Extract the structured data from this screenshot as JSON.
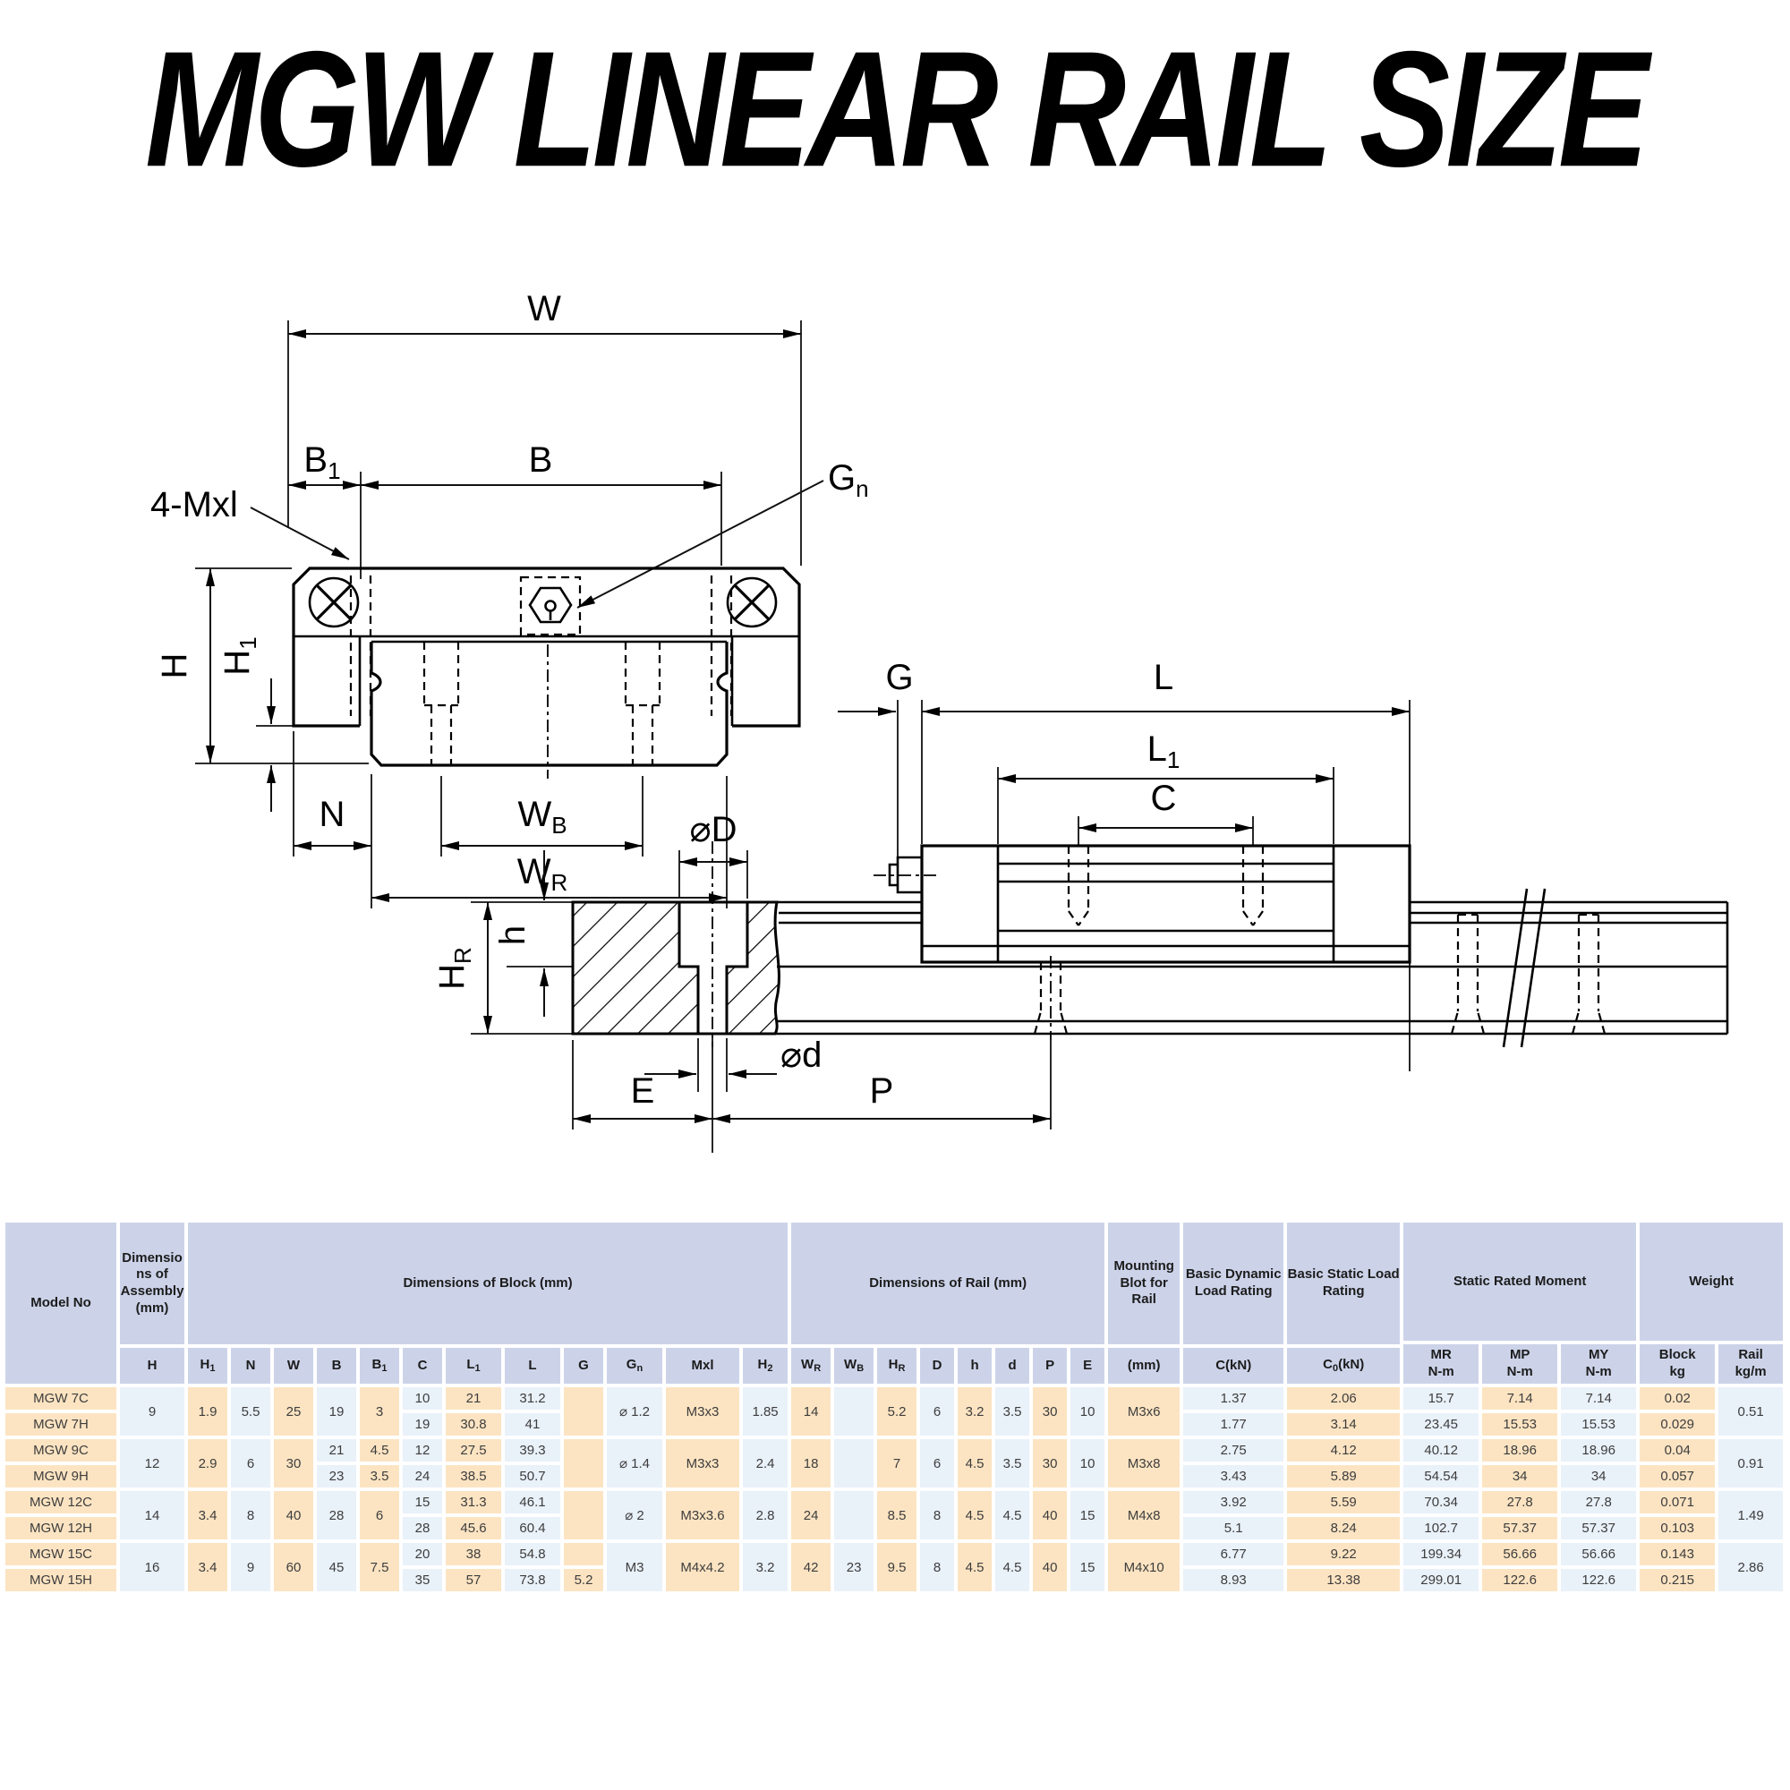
{
  "title": "MGW LINEAR RAIL SIZE",
  "fv": {
    "w": {
      "pre": "W"
    },
    "b": {
      "pre": "B"
    },
    "b1": {
      "pre": "B",
      "sub": "1"
    },
    "mxl": {
      "pre": "4-Mxl"
    },
    "gn": {
      "pre": "G",
      "sub": "n"
    },
    "h": {
      "pre": "H"
    },
    "h1": {
      "pre": "H",
      "sub": "1"
    },
    "n": {
      "pre": "N"
    },
    "wb": {
      "pre": "W",
      "sub": "B"
    },
    "wr": {
      "pre": "W",
      "sub": "R"
    }
  },
  "sv": {
    "g": {
      "pre": "G"
    },
    "l": {
      "pre": "L"
    },
    "l1": {
      "pre": "L",
      "sub": "1"
    },
    "c": {
      "pre": "C"
    },
    "dD": {
      "pre": "⌀D"
    },
    "hr": {
      "pre": "H",
      "sub": "R"
    },
    "h": {
      "pre": "h"
    },
    "dd": {
      "pre": "⌀d"
    },
    "e": {
      "pre": "E"
    },
    "p": {
      "pre": "P"
    }
  },
  "hdr": {
    "model": "Model No",
    "assembly": "Dimensions of Assembly (mm)",
    "block": "Dimensions of Block (mm)",
    "rail": "Dimensions of Rail (mm)",
    "mount": "Mounting Blot for Rail",
    "dyn": "Basic Dynamic Load Rating",
    "stat": "Basic Static Load Rating",
    "moment": "Static Rated Moment",
    "weight": "Weight",
    "mr": {
      "l1": "MR",
      "l2": "N-m"
    },
    "mp": {
      "l1": "MP",
      "l2": "N-m"
    },
    "my": {
      "l1": "MY",
      "l2": "N-m"
    },
    "blk": {
      "l1": "Block",
      "l2": "kg"
    },
    "railkg": {
      "l1": "Rail",
      "l2": "kg/m"
    },
    "sub": [
      {
        "pre": "H"
      },
      {
        "pre": "H",
        "sub": "1"
      },
      {
        "pre": "N"
      },
      {
        "pre": "W"
      },
      {
        "pre": "B"
      },
      {
        "pre": "B",
        "sub": "1"
      },
      {
        "pre": "C"
      },
      {
        "pre": "L",
        "sub": "1"
      },
      {
        "pre": "L"
      },
      {
        "pre": "G"
      },
      {
        "pre": "G",
        "sub": "n"
      },
      {
        "pre": "Mxl"
      },
      {
        "pre": "H",
        "sub": "2"
      },
      {
        "pre": "W",
        "sub": "R"
      },
      {
        "pre": "W",
        "sub": "B"
      },
      {
        "pre": "H",
        "sub": "R"
      },
      {
        "pre": "D"
      },
      {
        "pre": "h"
      },
      {
        "pre": "d"
      },
      {
        "pre": "P"
      },
      {
        "pre": "E"
      },
      {
        "pre": "(mm)"
      },
      {
        "pre": "C(kN)"
      },
      {
        "pre": "C",
        "sub": "0",
        "post": "(kN)"
      }
    ]
  },
  "t": {
    "g7": {
      "m1": "MGW 7C",
      "m2": "MGW 7H",
      "H": "9",
      "H1": "1.9",
      "N": "5.5",
      "W": "25",
      "B": "19",
      "B1": "3",
      "C_a": "10",
      "L1_a": "21",
      "L_a": "31.2",
      "C_b": "19",
      "L1_b": "30.8",
      "L_b": "41",
      "G": "",
      "Gn": "⌀ 1.2",
      "Mxl": "M3x3",
      "H2": "1.85",
      "WR": "14",
      "WB": "",
      "HR": "5.2",
      "D": "6",
      "h": "3.2",
      "d": "3.5",
      "P": "30",
      "E": "10",
      "mt": "M3x6",
      "ck_a": "1.37",
      "c0_a": "2.06",
      "mr_a": "15.7",
      "mp_a": "7.14",
      "my_a": "7.14",
      "kg_a": "0.02",
      "ck_b": "1.77",
      "c0_b": "3.14",
      "mr_b": "23.45",
      "mp_b": "15.53",
      "my_b": "15.53",
      "kg_b": "0.029",
      "rail": "0.51"
    },
    "g9": {
      "m1": "MGW 9C",
      "m2": "MGW 9H",
      "H": "12",
      "H1": "2.9",
      "N": "6",
      "W": "30",
      "B_a": "21",
      "B1_a": "4.5",
      "B_b": "23",
      "B1_b": "3.5",
      "C_a": "12",
      "L1_a": "27.5",
      "L_a": "39.3",
      "C_b": "24",
      "L1_b": "38.5",
      "L_b": "50.7",
      "G": "",
      "Gn": "⌀ 1.4",
      "Mxl": "M3x3",
      "H2": "2.4",
      "WR": "18",
      "WB": "",
      "HR": "7",
      "D": "6",
      "h": "4.5",
      "d": "3.5",
      "P": "30",
      "E": "10",
      "mt": "M3x8",
      "ck_a": "2.75",
      "c0_a": "4.12",
      "mr_a": "40.12",
      "mp_a": "18.96",
      "my_a": "18.96",
      "kg_a": "0.04",
      "ck_b": "3.43",
      "c0_b": "5.89",
      "mr_b": "54.54",
      "mp_b": "34",
      "my_b": "34",
      "kg_b": "0.057",
      "rail": "0.91"
    },
    "g12": {
      "m1": "MGW 12C",
      "m2": "MGW 12H",
      "H": "14",
      "H1": "3.4",
      "N": "8",
      "W": "40",
      "B": "28",
      "B1": "6",
      "C_a": "15",
      "L1_a": "31.3",
      "L_a": "46.1",
      "C_b": "28",
      "L1_b": "45.6",
      "L_b": "60.4",
      "G": "",
      "Gn": "⌀ 2",
      "Mxl": "M3x3.6",
      "H2": "2.8",
      "WR": "24",
      "WB": "",
      "HR": "8.5",
      "D": "8",
      "h": "4.5",
      "d": "4.5",
      "P": "40",
      "E": "15",
      "mt": "M4x8",
      "ck_a": "3.92",
      "c0_a": "5.59",
      "mr_a": "70.34",
      "mp_a": "27.8",
      "my_a": "27.8",
      "kg_a": "0.071",
      "ck_b": "5.1",
      "c0_b": "8.24",
      "mr_b": "102.7",
      "mp_b": "57.37",
      "my_b": "57.37",
      "kg_b": "0.103",
      "rail": "1.49"
    },
    "g15": {
      "m1": "MGW 15C",
      "m2": "MGW 15H",
      "H": "16",
      "H1": "3.4",
      "N": "9",
      "W": "60",
      "B": "45",
      "B1": "7.5",
      "C_a": "20",
      "L1_a": "38",
      "L_a": "54.8",
      "C_b": "35",
      "L1_b": "57",
      "L_b": "73.8",
      "G_a": "",
      "G_b": "5.2",
      "Gn": "M3",
      "Mxl": "M4x4.2",
      "H2": "3.2",
      "WR": "42",
      "WB": "23",
      "HR": "9.5",
      "D": "8",
      "h": "4.5",
      "d": "4.5",
      "P": "40",
      "E": "15",
      "mt": "M4x10",
      "ck_a": "6.77",
      "c0_a": "9.22",
      "mr_a": "199.34",
      "mp_a": "56.66",
      "my_a": "56.66",
      "kg_a": "0.143",
      "ck_b": "8.93",
      "c0_b": "13.38",
      "mr_b": "299.01",
      "mp_b": "122.6",
      "my_b": "122.6",
      "kg_b": "0.215",
      "rail": "2.86"
    }
  }
}
